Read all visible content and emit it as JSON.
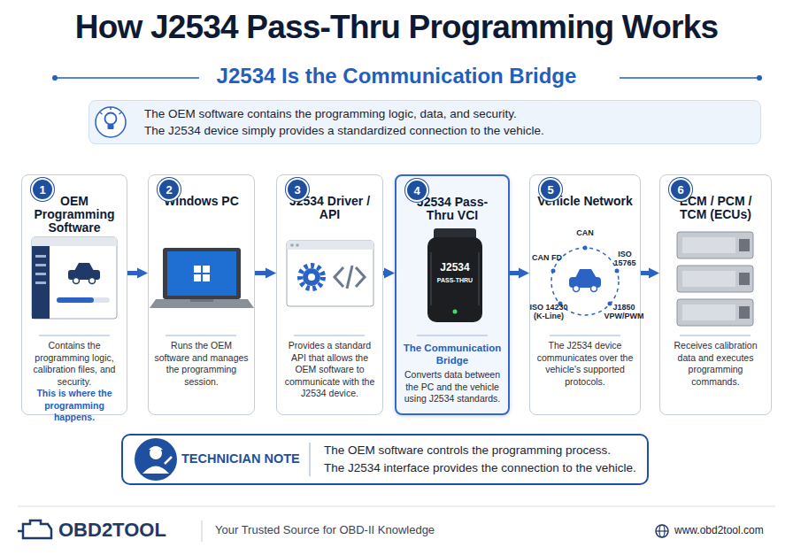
{
  "diagram": {
    "title": "How J2534 Pass-Thru Programming Works",
    "nodes": [
      {
        "text": [
          "The OEM software contains the programming logic, data, and security.",
          "The J2534 device simply provides a standardized connection to the vehicle."
        ]
      },
      {
        "text": [
          "OEM Programming Software",
          "Contains the programming logic, calibration files, and security.",
          "This is where the programming happens."
        ]
      },
      {
        "text": [
          "1"
        ],
        "in": 1
      },
      {
        "text": [
          "Windows PC",
          "Runs the OEM software and manages the programming session."
        ]
      },
      {
        "text": [
          "2"
        ],
        "in": 3
      },
      {
        "text": [
          "J2534 Driver / API",
          "Provides a standard API that allows the OEM software to communicate with the J2534 device."
        ]
      },
      {
        "text": [
          "3"
        ],
        "in": 5
      },
      {
        "text": [
          "J2534 Pass-Thru VCI",
          "The Communication Bridge",
          "Converts data between the PC and the vehicle using J2534 standards."
        ]
      },
      {
        "text": [
          "4"
        ],
        "in": 7
      },
      {
        "text": [
          "Vehicle Network",
          "The J2534 device communicates over the vehicle's supported protocols."
        ]
      },
      {
        "text": [
          "5"
        ],
        "in": 9
      },
      {
        "text": [
          "ECM / PCM / TCM (ECUs)",
          "Receives calibration data and executes programming commands."
        ]
      },
      {
        "text": [
          "6"
        ],
        "in": 11
      },
      {
        "text": [
          "TECHNICIAN NOTE",
          "The OEM software controls the programming process.",
          "The J2534 interface provides the connection to the vehicle."
        ]
      }
    ],
    "edges": [
      {
        "from": 1,
        "to": 3,
        "arrow": "to"
      },
      {
        "from": 3,
        "to": 5,
        "arrow": "to"
      },
      {
        "from": 5,
        "to": 7,
        "arrow": "to"
      },
      {
        "from": 7,
        "to": 9,
        "arrow": "to"
      },
      {
        "from": 9,
        "to": 11,
        "arrow": "to"
      }
    ],
    "labels": [
      "J2534 Is the Communication Bridge",
      "J2534",
      "PASS-THRU",
      "CAN",
      "CAN FD",
      "ISO 15765",
      "ISO 14230 (K-Line)",
      "J1850 VPW/PWM",
      "OBD2TOOL",
      "Your Trusted Source for OBD-II Knowledge",
      "www.obd2tool.com"
    ]
  }
}
